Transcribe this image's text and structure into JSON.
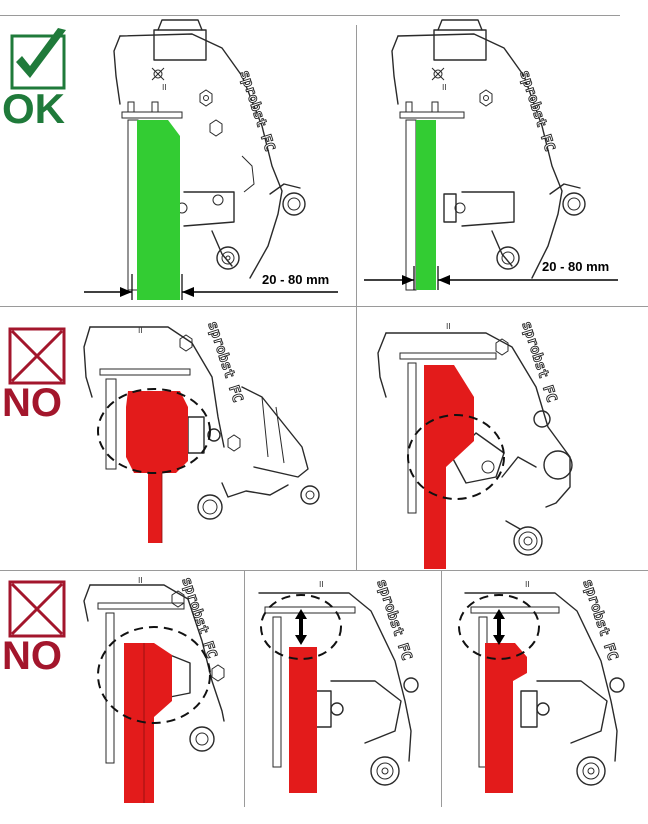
{
  "rows": [
    {
      "status": "OK",
      "status_color": "#1f7a3a",
      "icon": "green-checkmark-icon",
      "panels": [
        {
          "measurement_label": "20 - 80 mm",
          "part_color": "#33cc33"
        },
        {
          "measurement_label": "20 - 80 mm",
          "part_color": "#33cc33"
        }
      ]
    },
    {
      "status": "NO",
      "status_color": "#a3162c",
      "icon": "red-cross-icon",
      "panels": [
        {
          "part_color": "#e31b1b"
        },
        {
          "part_color": "#e31b1b"
        }
      ]
    },
    {
      "status": "NO",
      "status_color": "#a3162c",
      "icon": "red-cross-icon",
      "panels": [
        {
          "part_color": "#e31b1b"
        },
        {
          "part_color": "#e31b1b"
        },
        {
          "part_color": "#e31b1b"
        }
      ]
    }
  ],
  "machine_brand": "sprobst FC",
  "machine_mark": "II"
}
